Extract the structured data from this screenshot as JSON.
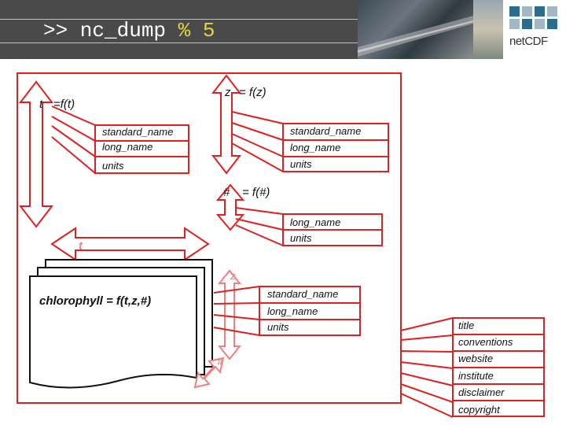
{
  "header": {
    "title_prefix": ">> nc_dump ",
    "title_pct": "% 5",
    "logo_text": "netCDF"
  },
  "diagram": {
    "t_symbol": "t",
    "t_func": "=f(t)",
    "z_symbol": "z",
    "z_func": "= f(z)",
    "hash_symbol": "#",
    "hash_func": "= f(#)",
    "t_attrs": [
      "standard_name",
      "long_name",
      "units"
    ],
    "z_attrs": [
      "standard_name",
      "long_name",
      "units"
    ],
    "hash_attrs": [
      "long_name",
      "units"
    ],
    "t_dim_label": "t",
    "z_dim_label": "z",
    "hash_dim_label": "#",
    "variable": "chlorophyll = f(t,z,#)",
    "var_attrs": [
      "standard_name",
      "long_name",
      "units"
    ],
    "global_attrs": [
      "title",
      "conventions",
      "website",
      "institute",
      "disclaimer",
      "copyright"
    ]
  },
  "colors": {
    "accent_red": "#e02020",
    "header_bg": "#4a4a4a",
    "title_number": "#e6d24a"
  }
}
